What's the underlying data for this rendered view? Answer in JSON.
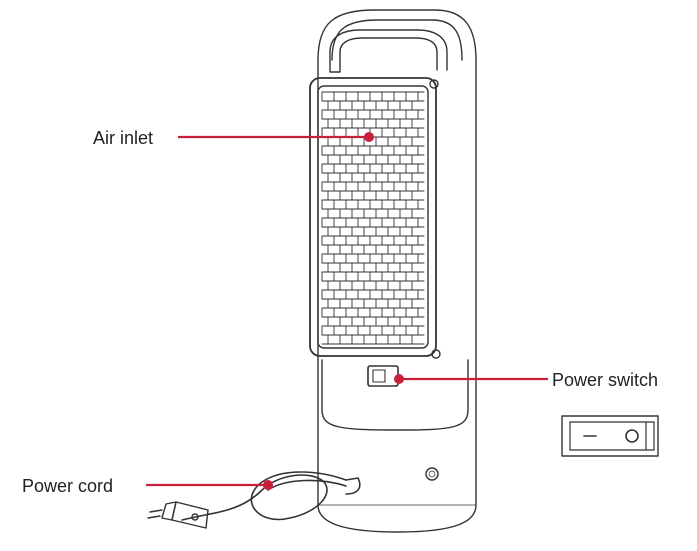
{
  "labels": {
    "air_inlet": "Air inlet",
    "power_switch": "Power switch",
    "power_cord": "Power cord"
  },
  "colors": {
    "callout": "#c8203c",
    "outline": "#333333",
    "background": "#ffffff"
  }
}
